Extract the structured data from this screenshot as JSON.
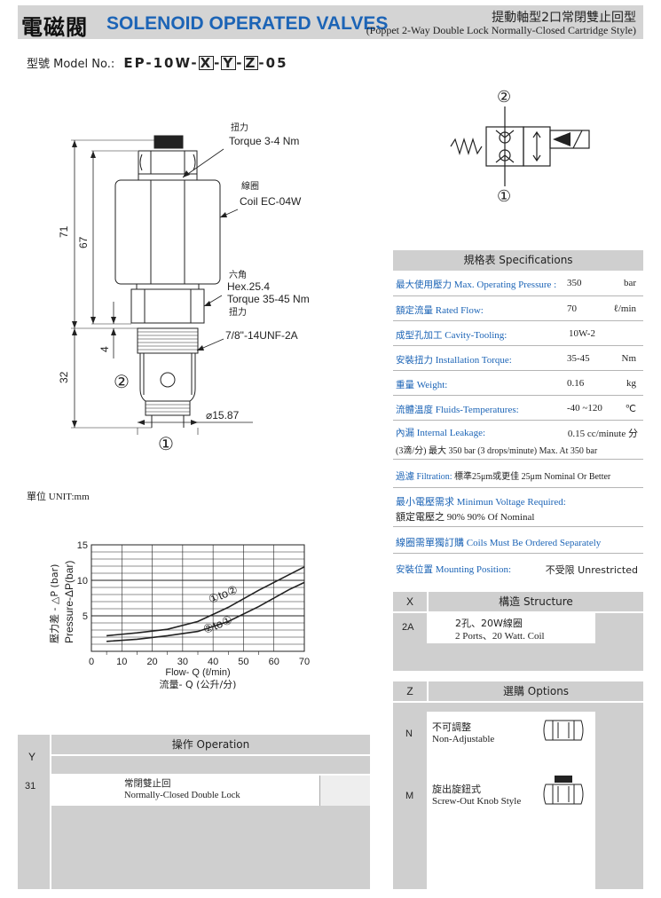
{
  "header": {
    "title_cn": "電磁閥",
    "title_en": "SOLENOID OPERATED VALVES",
    "subtitle_cn": "提動軸型2口常閉雙止回型",
    "subtitle_en": "(Poppet 2-Way Double Lock Normally-Closed Cartridge Style)"
  },
  "model": {
    "label": "型號 Model No.:",
    "prefix": "EP-10W-",
    "x": "X",
    "sep1": "-",
    "y": "Y",
    "sep2": "-",
    "z": "Z",
    "suffix": "-05"
  },
  "drawing": {
    "torque_cn": "扭力",
    "torque_en": "Torque 3-4 Nm",
    "coil_cn": "線圈",
    "coil_en": "Coil EC-04W",
    "hex_cn": "六角",
    "hex_en": "Hex.25.4",
    "hex_torque": "Torque 35-45 Nm",
    "hex_torque_cn": "扭力",
    "thread": "7/8\"-14UNF-2A",
    "dia": "⌀15.87",
    "dim_71": "71",
    "dim_67": "67",
    "dim_4": "4",
    "dim_32": "32",
    "port1": "①",
    "port2": "②"
  },
  "symbol": {
    "port2": "②",
    "port1": "①"
  },
  "unit": "單位 UNIT:mm",
  "chart_data": {
    "type": "line",
    "title": "",
    "xlabel": "Flow- Q (ℓ/min)",
    "xlabel_cn": "流量- Q (公升/分)",
    "ylabel": "Pressure-ΔP(bar)",
    "ylabel_cn": "壓力差 - △P (bar)",
    "xlim": [
      0,
      70
    ],
    "ylim": [
      0,
      15
    ],
    "xticks": [
      "0",
      "10",
      "20",
      "30",
      "40",
      "50",
      "60",
      "70"
    ],
    "yticks": [
      "5",
      "10",
      "15"
    ],
    "grid": true,
    "series": [
      {
        "name": "①to②",
        "x": [
          5,
          15,
          25,
          35,
          45,
          55,
          65,
          70
        ],
        "values": [
          2.2,
          2.6,
          3.1,
          4.2,
          6.2,
          8.6,
          10.8,
          11.9
        ]
      },
      {
        "name": "②to①",
        "x": [
          5,
          15,
          25,
          35,
          45,
          55,
          65,
          70
        ],
        "values": [
          1.4,
          1.7,
          2.2,
          2.8,
          4.2,
          6.3,
          8.7,
          9.7
        ]
      }
    ]
  },
  "spec": {
    "title": "規格表 Specifications",
    "rows": [
      {
        "cn": "最大使用壓力",
        "en": "Max. Operating Pressure :",
        "value": "350",
        "unit": "bar"
      },
      {
        "cn": "額定流量",
        "en": "Rated Flow:",
        "value": "70",
        "unit": "ℓ/min"
      },
      {
        "cn": "成型孔加工",
        "en": "Cavity-Tooling:",
        "value": "10W-2",
        "unit": ""
      },
      {
        "cn": "安裝扭力",
        "en": "Installation Torque:",
        "value": "35-45",
        "unit": "Nm"
      },
      {
        "cn": "重量",
        "en": "Weight:",
        "value": "0.16",
        "unit": "kg"
      },
      {
        "cn": "流體溫度",
        "en": "Fluids-Temperatures:",
        "value": "-40 ~120",
        "unit": "℃"
      }
    ],
    "leakage": {
      "cn": "內漏",
      "en": "Internal Leakage:",
      "value": "0.15 cc/minute 分",
      "line2": "(3滴/分) 最大 350 bar   (3 drops/minute) Max. At 350 bar"
    },
    "filtration": {
      "cn": "過濾",
      "en": "Filtration:",
      "value": "標準25μm或更佳 25μm Nominal Or Better"
    },
    "voltage": {
      "line1": "最小電壓需求 Minimun Voltage Required:",
      "line2": "額定電壓之 90%       90% Of Nominal"
    },
    "coils": "線圈需單獨訂購 Coils Must Be Ordered Separately",
    "mounting": {
      "cn": "安裝位置",
      "en": "Mounting Position:",
      "value": "不受限  Unrestricted"
    }
  },
  "structure": {
    "col": "X",
    "title": "構造 Structure",
    "rows": [
      {
        "code": "2A",
        "cn": "2孔、20W線圈",
        "en": "2 Ports、20 Watt. Coil"
      }
    ]
  },
  "options": {
    "col": "Z",
    "title": "選購 Options",
    "rows": [
      {
        "code": "N",
        "cn": "不可調整",
        "en": "Non-Adjustable"
      },
      {
        "code": "M",
        "cn": "旋出旋鈕式",
        "en": "Screw-Out Knob Style"
      }
    ]
  },
  "operation": {
    "col": "Y",
    "title": "操作 Operation",
    "rows": [
      {
        "code": "31",
        "cn": "常閉雙止回",
        "en": "Normally-Closed Double Lock"
      }
    ]
  }
}
